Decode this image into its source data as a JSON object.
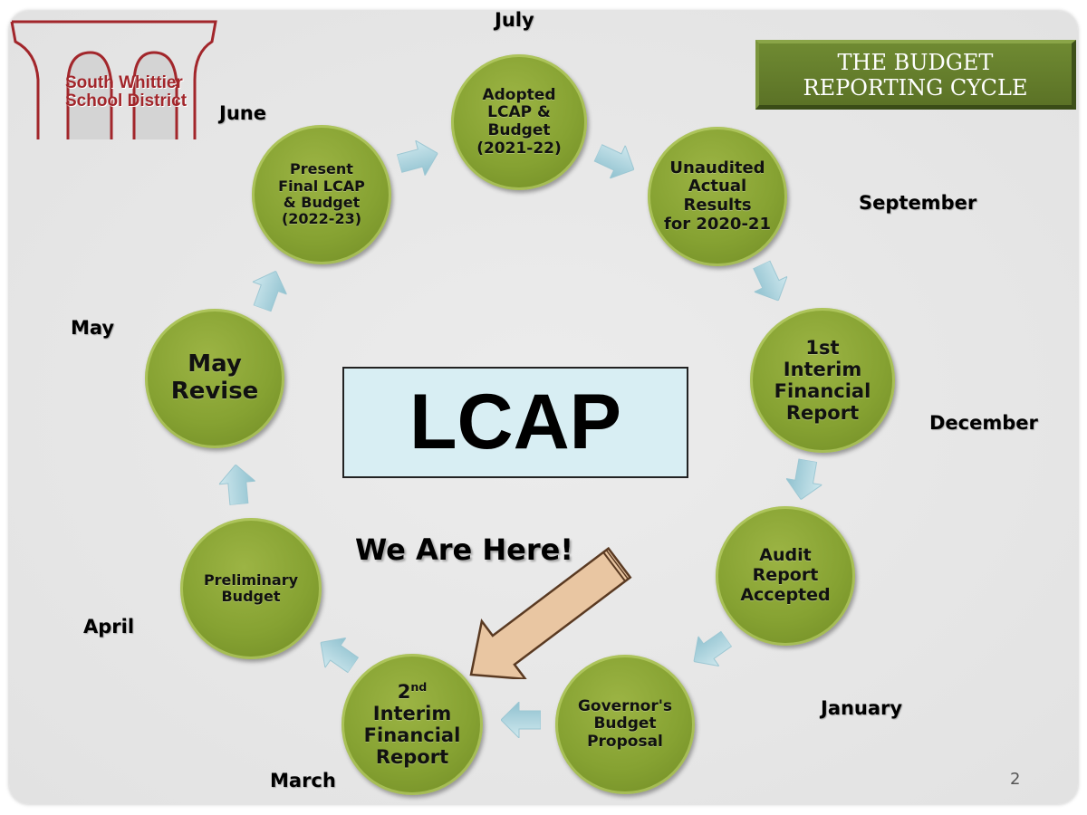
{
  "logo": {
    "text": "South Whittier School District",
    "color": "#a2262b"
  },
  "title": "THE BUDGET\nREPORTING CYCLE",
  "center_label": "LCAP",
  "callout": "We Are Here!",
  "page_number": "2",
  "months": {
    "july": "July",
    "june": "June",
    "september": "September",
    "may": "May",
    "december": "December",
    "april": "April",
    "january": "January",
    "march": "March"
  },
  "steps": [
    {
      "id": "adopted",
      "text": "Adopted\nLCAP &\nBudget\n(2021-22)"
    },
    {
      "id": "unaudited",
      "text": "Unaudited\nActual\nResults\nfor 2020-21"
    },
    {
      "id": "first-interim",
      "text": "1st\nInterim\nFinancial\nReport"
    },
    {
      "id": "audit",
      "text": "Audit\nReport\nAccepted"
    },
    {
      "id": "governor",
      "text": "Governor's\nBudget\nProposal"
    },
    {
      "id": "second-interim-sup",
      "text": "nd"
    },
    {
      "id": "second-interim-num",
      "text": "2"
    },
    {
      "id": "second-interim",
      "text": "Interim\nFinancial\nReport"
    },
    {
      "id": "preliminary",
      "text": "Preliminary\nBudget"
    },
    {
      "id": "may-revise",
      "text": "May\nRevise"
    },
    {
      "id": "present-final",
      "text": "Present\nFinal LCAP\n& Budget\n(2022-23)"
    }
  ],
  "colors": {
    "circle": "#86a232",
    "arrow": "#a9d3de",
    "lcap_box": "#d8eef3",
    "title_box": "#637b2b",
    "pointer": "#e9c6a2"
  }
}
